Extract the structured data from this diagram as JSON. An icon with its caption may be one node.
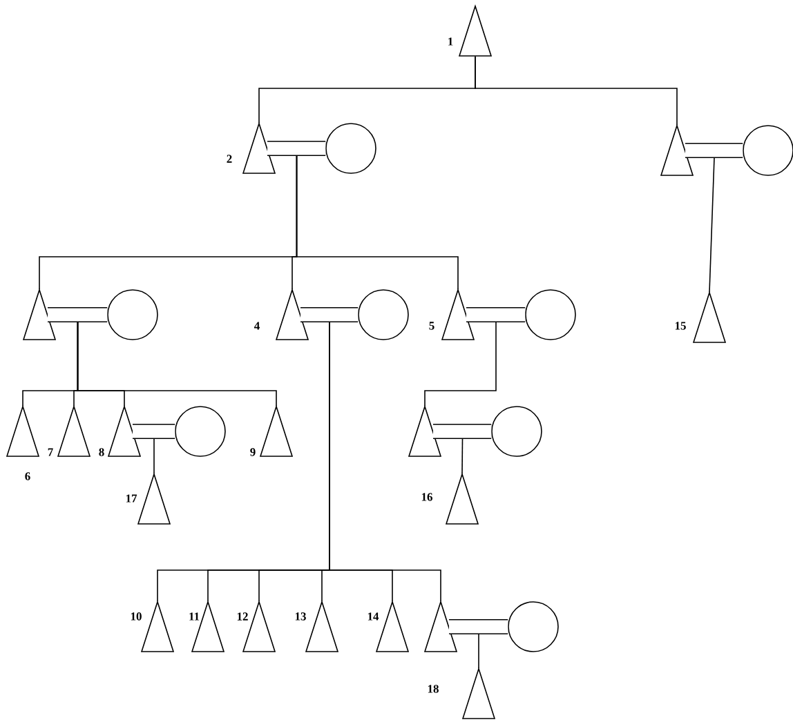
{
  "diagram": {
    "nodes": [
      {
        "text": [],
        "shape": "triangle",
        "beside": [
          "1"
        ]
      },
      {
        "text": [],
        "shape": "triangle",
        "beside": [
          "2"
        ]
      },
      {
        "text": [],
        "shape": "circle"
      },
      {
        "text": [],
        "shape": "triangle"
      },
      {
        "text": [],
        "shape": "circle"
      },
      {
        "text": [],
        "shape": "triangle"
      },
      {
        "text": [],
        "shape": "circle"
      },
      {
        "text": [],
        "shape": "triangle",
        "beside": [
          "4"
        ]
      },
      {
        "text": [],
        "shape": "circle"
      },
      {
        "text": [],
        "shape": "triangle",
        "beside": [
          "5"
        ]
      },
      {
        "text": [],
        "shape": "circle"
      },
      {
        "text": [],
        "shape": "triangle",
        "beside": [
          "15"
        ]
      },
      {
        "text": [],
        "shape": "triangle",
        "beside": [
          "6"
        ]
      },
      {
        "text": [],
        "shape": "triangle",
        "beside": [
          "7"
        ]
      },
      {
        "text": [],
        "shape": "triangle",
        "beside": [
          "8"
        ]
      },
      {
        "text": [],
        "shape": "circle"
      },
      {
        "text": [],
        "shape": "triangle",
        "beside": [
          "9"
        ]
      },
      {
        "text": [],
        "shape": "triangle",
        "beside": [
          "17"
        ]
      },
      {
        "text": [],
        "shape": "triangle"
      },
      {
        "text": [],
        "shape": "circle"
      },
      {
        "text": [],
        "shape": "triangle",
        "beside": [
          "16"
        ]
      },
      {
        "text": [],
        "shape": "triangle",
        "beside": [
          "10"
        ]
      },
      {
        "text": [],
        "shape": "triangle",
        "beside": [
          "11"
        ]
      },
      {
        "text": [],
        "shape": "triangle",
        "beside": [
          "12"
        ]
      },
      {
        "text": [],
        "shape": "triangle",
        "beside": [
          "13"
        ]
      },
      {
        "text": [],
        "shape": "triangle",
        "beside": [
          "14"
        ]
      },
      {
        "text": [],
        "shape": "triangle"
      },
      {
        "text": [],
        "shape": "circle"
      },
      {
        "text": [],
        "shape": "triangle",
        "beside": [
          "18"
        ]
      }
    ],
    "edges": [
      {
        "from": 1,
        "to": 2,
        "arrow": "none",
        "style": "thick"
      },
      {
        "from": 3,
        "to": 4,
        "arrow": "none",
        "style": "thick"
      },
      {
        "from": 5,
        "to": 6,
        "arrow": "none",
        "style": "thick"
      },
      {
        "from": 7,
        "to": 8,
        "arrow": "none",
        "style": "thick"
      },
      {
        "from": 9,
        "to": 10,
        "arrow": "none",
        "style": "thick"
      },
      {
        "from": 14,
        "to": 15,
        "arrow": "none",
        "style": "thick"
      },
      {
        "from": 18,
        "to": 19,
        "arrow": "none",
        "style": "thick"
      },
      {
        "from": 26,
        "to": 27,
        "arrow": "none",
        "style": "thick"
      },
      {
        "from": 0,
        "to": 1,
        "arrow": "none"
      },
      {
        "from": 0,
        "to": 3,
        "arrow": "none"
      },
      {
        "from": 1,
        "to": 5,
        "arrow": "none"
      },
      {
        "from": 1,
        "to": 7,
        "arrow": "none"
      },
      {
        "from": 1,
        "to": 9,
        "arrow": "none"
      },
      {
        "from": 3,
        "to": 11,
        "arrow": "none"
      },
      {
        "from": 5,
        "to": 12,
        "arrow": "none"
      },
      {
        "from": 5,
        "to": 13,
        "arrow": "none"
      },
      {
        "from": 5,
        "to": 14,
        "arrow": "none"
      },
      {
        "from": 5,
        "to": 16,
        "arrow": "none"
      },
      {
        "from": 14,
        "to": 17,
        "arrow": "none"
      },
      {
        "from": 9,
        "to": 18,
        "arrow": "none"
      },
      {
        "from": 18,
        "to": 20,
        "arrow": "none"
      },
      {
        "from": 7,
        "to": 21,
        "arrow": "none"
      },
      {
        "from": 7,
        "to": 22,
        "arrow": "none"
      },
      {
        "from": 7,
        "to": 23,
        "arrow": "none"
      },
      {
        "from": 7,
        "to": 24,
        "arrow": "none"
      },
      {
        "from": 7,
        "to": 25,
        "arrow": "none"
      },
      {
        "from": 7,
        "to": 26,
        "arrow": "none"
      },
      {
        "from": 26,
        "to": 28,
        "arrow": "none"
      }
    ]
  }
}
